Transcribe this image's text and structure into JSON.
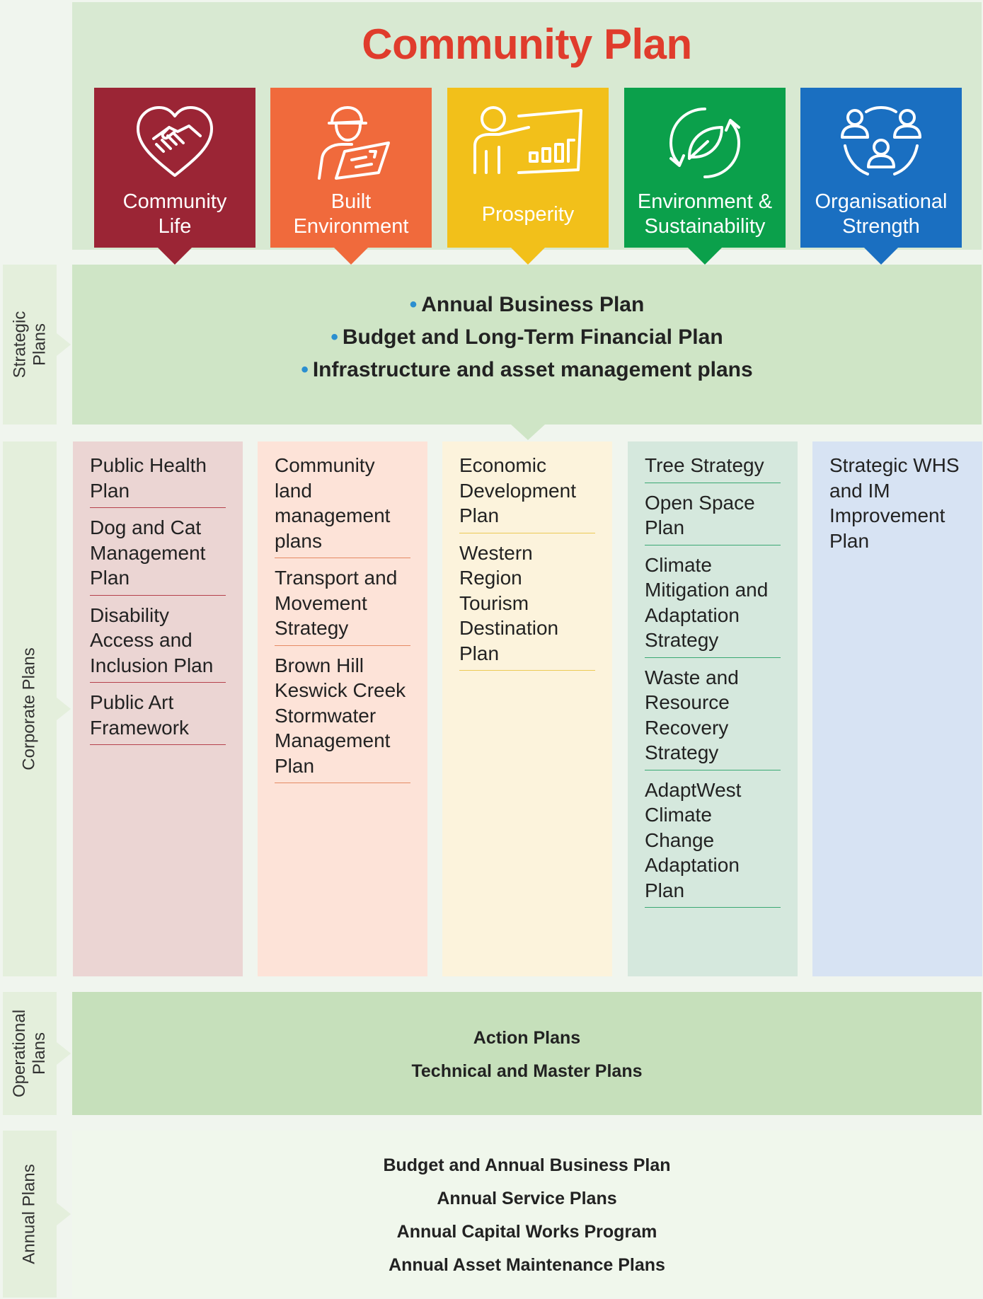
{
  "colors": {
    "page_bg": "#f0f5ee",
    "header_bg": "#d8e9d2",
    "strategic_bg": "#cfe5c6",
    "operational_bg": "#c6e0bb",
    "annual_bg": "#f0f7ec",
    "title": "#e03c2c",
    "community_life": "#9b2535",
    "built_environment": "#f06a3c",
    "prosperity": "#f2c01a",
    "environment": "#0ba04b",
    "organisational": "#1a6fc1",
    "bullet": "#2b8fd0"
  },
  "title": "Community Plan",
  "rails": {
    "strategic": "Strategic\nPlans",
    "corporate": "Corporate Plans",
    "operational": "Operational\nPlans",
    "annual": "Annual Plans"
  },
  "pillars": [
    {
      "label": "Community\nLife",
      "icon": "handshake-heart-icon"
    },
    {
      "label": "Built\nEnvironment",
      "icon": "worker-plans-icon"
    },
    {
      "label": "Prosperity",
      "icon": "presenter-chart-icon"
    },
    {
      "label": "Environment &\nSustainability",
      "icon": "leaf-cycle-icon"
    },
    {
      "label": "Organisational\nStrength",
      "icon": "people-network-icon"
    }
  ],
  "strategic": {
    "bullet": "•",
    "items": [
      "Annual Business Plan",
      "Budget and Long-Term Financial Plan",
      "Infrastructure and asset management plans"
    ]
  },
  "corporate": {
    "community_life": [
      "Public Health Plan",
      "Dog and Cat Management Plan",
      "Disability Access and Inclusion Plan",
      "Public Art Framework"
    ],
    "built_environment": [
      "Community land management plans",
      "Transport and Movement Strategy",
      "Brown Hill Keswick Creek Stormwater Management Plan"
    ],
    "prosperity": [
      "Economic Development Plan",
      "Western Region Tourism Destination Plan"
    ],
    "environment": [
      "Tree Strategy",
      "Open Space Plan",
      "Climate Mitigation and Adaptation Strategy",
      "Waste and Resource Recovery Strategy",
      "AdaptWest Climate Change Adaptation Plan"
    ],
    "organisational": [
      "Strategic WHS and IM Improvement Plan"
    ]
  },
  "operational": {
    "items": [
      "Action Plans",
      "Technical and Master Plans"
    ]
  },
  "annual": {
    "items": [
      "Budget and Annual Business Plan",
      "Annual Service Plans",
      "Annual Capital Works Program",
      "Annual Asset Maintenance Plans"
    ]
  }
}
